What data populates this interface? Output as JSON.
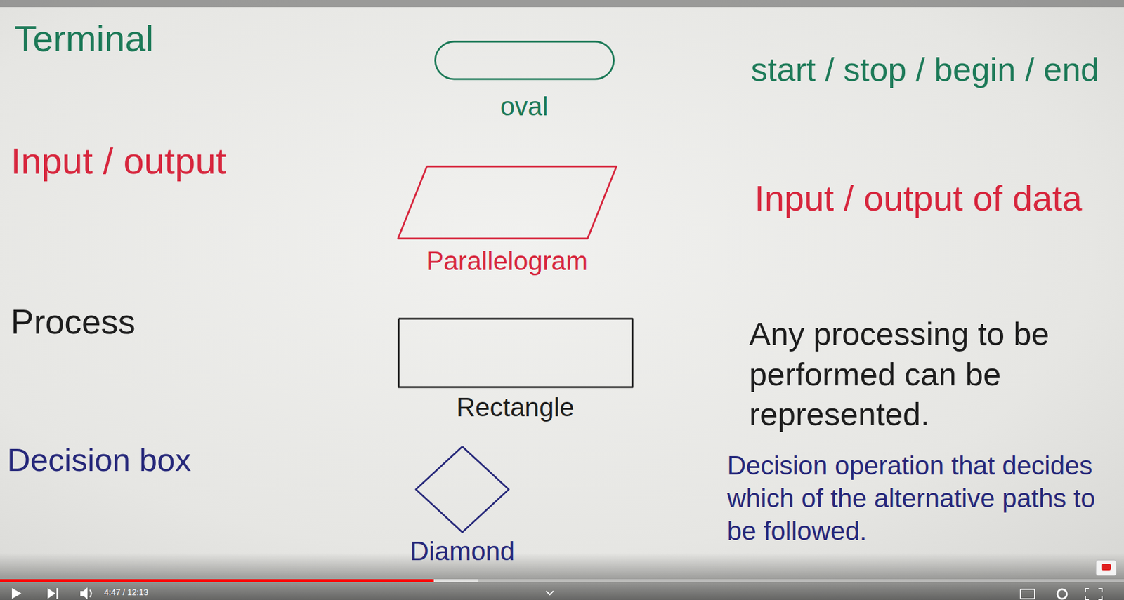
{
  "diagram": {
    "nodes": [
      {
        "text": [
          "oval"
        ]
      },
      {
        "text": [
          "Parallelogram"
        ]
      },
      {
        "text": [
          "Rectangle"
        ]
      },
      {
        "text": [
          "Diamond"
        ]
      }
    ],
    "labels": [
      "Terminal",
      "start / stop / begin / end",
      "Input / output",
      "Input / output of data",
      "Process",
      "Any processing to be performed can be represented.",
      "Decision box",
      "Decision operation that decides which of the alternative paths to be followed.",
      "4:47 / 12:13"
    ]
  }
}
